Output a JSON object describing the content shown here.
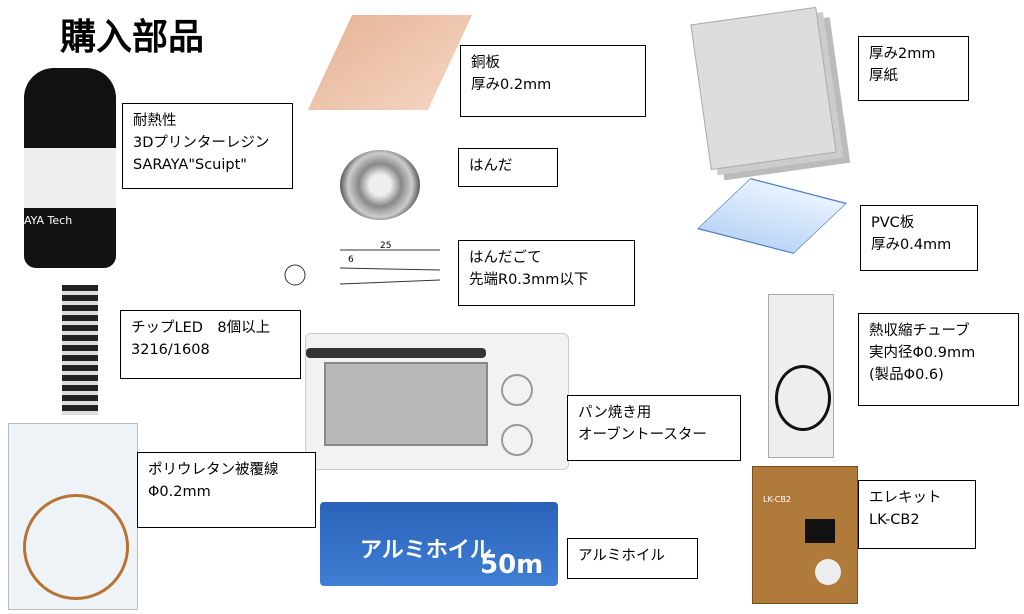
{
  "title": "購入部品",
  "items": [
    {
      "lines": [
        "耐熱性",
        "3Dプリンターレジン",
        "SARAYA\"Scuipt\""
      ]
    },
    {
      "lines": [
        "銅板",
        "厚み0.2mm"
      ]
    },
    {
      "lines": [
        "はんだ"
      ]
    },
    {
      "lines": [
        "はんだごて",
        "先端R0.3mm以下"
      ]
    },
    {
      "lines": [
        "チップLED　8個以上",
        "3216/1608"
      ]
    },
    {
      "lines": [
        "パン焼き用",
        "オーブントースター"
      ]
    },
    {
      "lines": [
        "ポリウレタン被覆線",
        "Φ0.2mm"
      ]
    },
    {
      "lines": [
        "アルミホイル"
      ]
    },
    {
      "lines": [
        "厚み2mm",
        "厚紙"
      ]
    },
    {
      "lines": [
        "PVC板",
        "厚み0.4mm"
      ]
    },
    {
      "lines": [
        "熱収縮チューブ",
        "実内径Φ0.9mm",
        "(製品Φ0.6)"
      ]
    },
    {
      "lines": [
        "エレキット",
        "LK-CB2"
      ]
    }
  ],
  "image_text": {
    "resin_brand": "AYA Tech",
    "foil_label": "アルミホイル",
    "foil_size": "50m",
    "iron_dim1": "25",
    "iron_dim2": "6",
    "kit_label": "LK-CB2"
  }
}
